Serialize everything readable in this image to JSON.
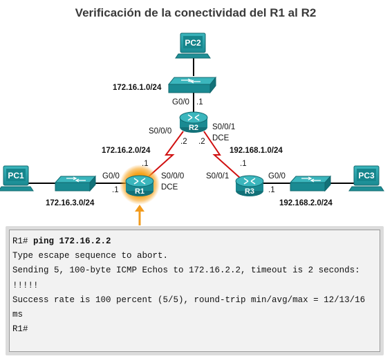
{
  "title": "Verificación de la conectividad del R1 al R2",
  "devices": {
    "pc1": "PC1",
    "pc2": "PC2",
    "pc3": "PC3",
    "r1": "R1",
    "r2": "R2",
    "r3": "R3"
  },
  "networks": {
    "lan_r2": "172.16.1.0/24",
    "lan_r1": "172.16.3.0/24",
    "lan_r3": "192.168.2.0/24",
    "wan_r1_r2": "172.16.2.0/24",
    "wan_r2_r3": "192.168.1.0/24"
  },
  "interfaces": {
    "r2_g00": "G0/0",
    "r2_g00_host": ".1",
    "r2_s000": "S0/0/0",
    "r2_s000_host": ".2",
    "r2_s001": "S0/0/1",
    "r2_s001_dce": "DCE",
    "r2_s001_host": ".2",
    "r1_g00": "G0/0",
    "r1_g00_host": ".1",
    "r1_s000": "S0/0/0",
    "r1_s000_dce": "DCE",
    "r1_s000_host": ".1",
    "r3_s001": "S0/0/1",
    "r3_s001_host": ".1",
    "r3_g00": "G0/0",
    "r3_g00_host": ".1"
  },
  "terminal": {
    "prompt1": "R1#",
    "command": "ping 172.16.2.2",
    "line2": "Type escape sequence to abort.",
    "line3": "Sending 5, 100-byte ICMP Echos to 172.16.2.2, timeout is 2 seconds:",
    "line4": "!!!!!",
    "line5": "Success rate is 100 percent (5/5), round-trip min/avg/max = 12/13/16",
    "line6": "ms",
    "prompt_end": "R1#"
  },
  "colors": {
    "device_teal": "#1f8f96",
    "serial_link": "#d01010",
    "highlight": "#f29b1d",
    "pc_screen": "#6fd0d8"
  }
}
